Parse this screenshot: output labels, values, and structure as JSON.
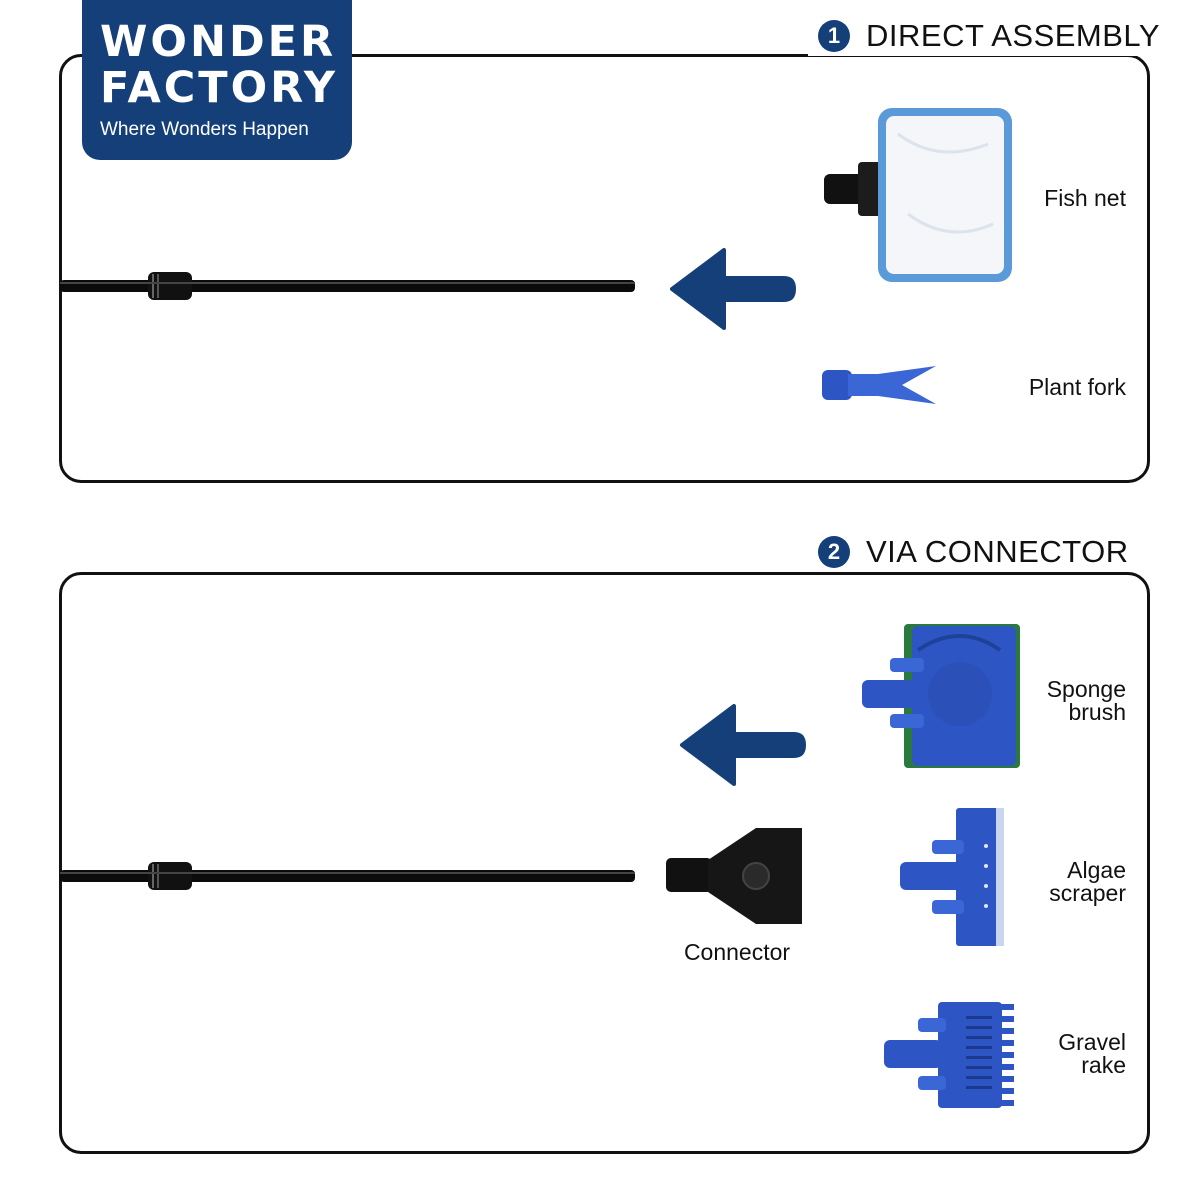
{
  "brand": {
    "line1": "WONDER",
    "line2": "FACTORY",
    "tagline": "Where Wonders Happen",
    "color": "#143f79"
  },
  "sections": [
    {
      "number": "1",
      "title": "DIRECT ASSEMBLY",
      "accessories": [
        {
          "label": "Fish net"
        },
        {
          "label": "Plant fork"
        }
      ]
    },
    {
      "number": "2",
      "title": "VIA CONNECTOR",
      "connector_label": "Connector",
      "accessories": [
        {
          "label_line1": "Sponge",
          "label_line2": "brush"
        },
        {
          "label_line1": "Algae",
          "label_line2": "scraper"
        },
        {
          "label_line1": "Gravel",
          "label_line2": "rake"
        }
      ]
    }
  ],
  "colors": {
    "accent_blue": "#143f79",
    "tool_blue": "#2d56c4",
    "sponge_green": "#2a7a3e",
    "pole_black": "#0b0b0b"
  },
  "icons": [
    "arrow-left-icon",
    "pole-icon",
    "fish-net-icon",
    "plant-fork-icon",
    "connector-icon",
    "sponge-brush-icon",
    "algae-scraper-icon",
    "gravel-rake-icon"
  ]
}
